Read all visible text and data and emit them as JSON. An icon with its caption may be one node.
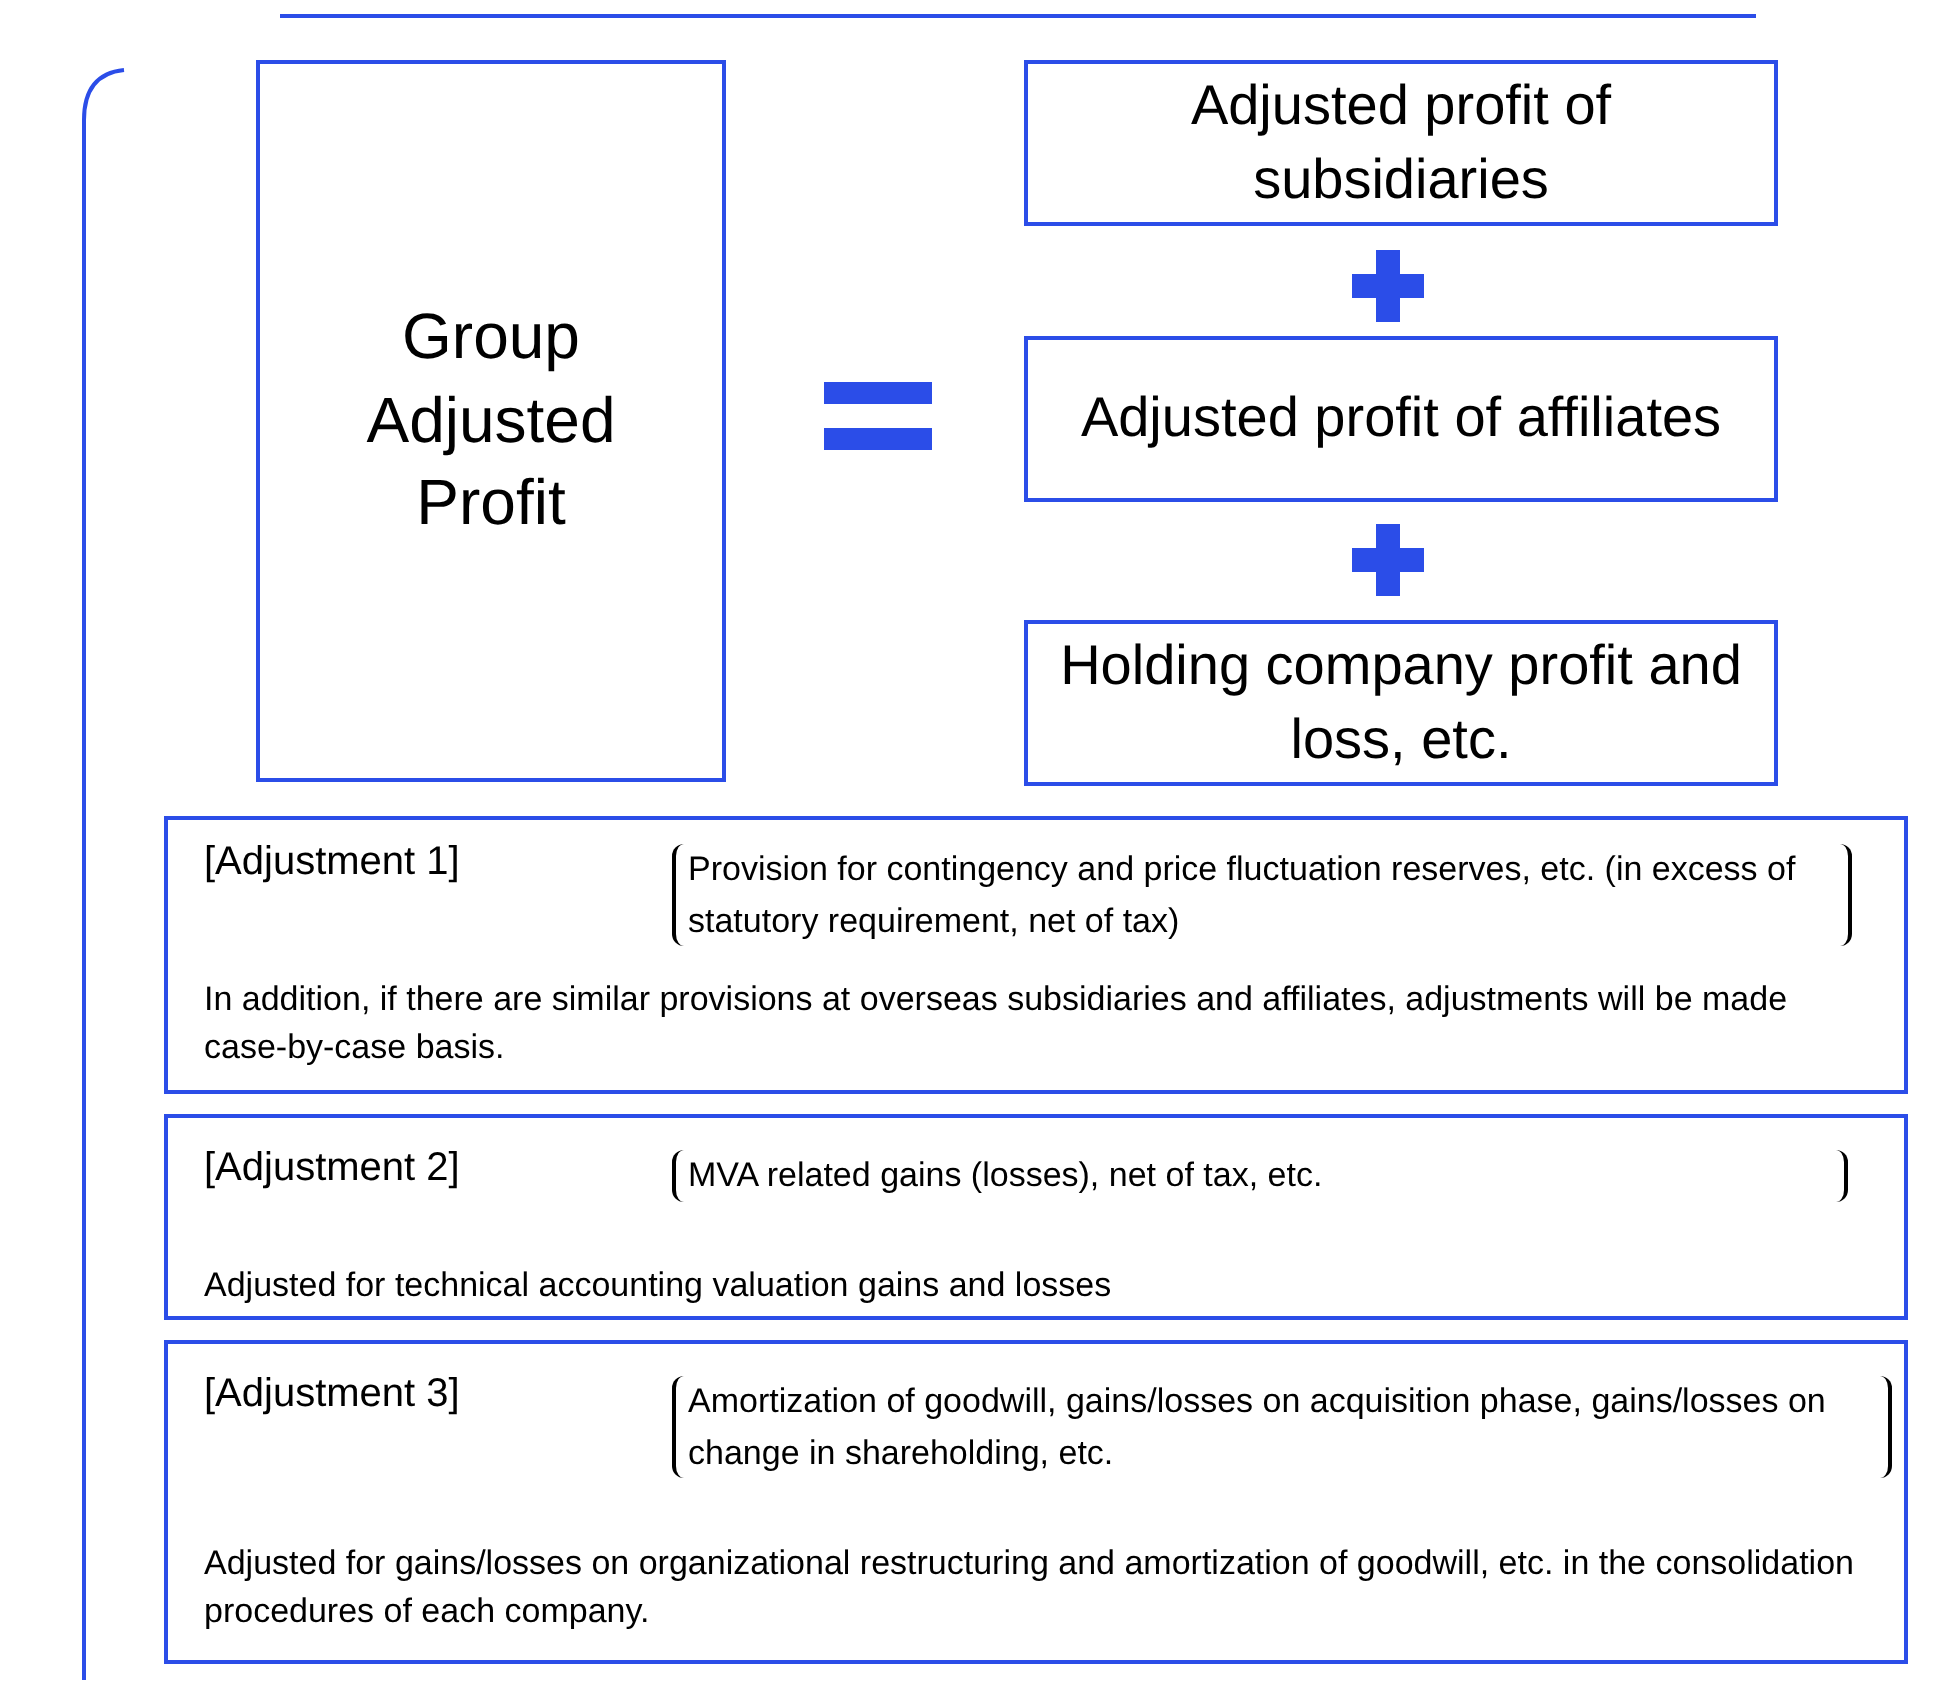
{
  "diagram": {
    "nodes": [
      {
        "text": [
          "Group Adjusted Profit"
        ]
      },
      {
        "text": [
          "Adjusted profit of subsidiaries"
        ]
      },
      {
        "text": [
          "Adjusted profit of affiliates"
        ]
      },
      {
        "text": [
          "Holding company profit and loss, etc."
        ]
      },
      {
        "text": [
          "[Adjustment 1]",
          "Provision for contingency and price fluctuation reserves, etc. (in excess of statutory requirement, net of tax)",
          "In addition, if there are similar provisions at overseas subsidiaries and affiliates, adjustments will be made case-by-case basis."
        ]
      },
      {
        "text": [
          "[Adjustment 2]",
          "MVA related gains (losses), net of tax, etc.",
          "Adjusted for technical accounting valuation gains and losses"
        ]
      },
      {
        "text": [
          "[Adjustment 3]",
          "Amortization of goodwill, gains/losses on acquisition phase, gains/losses on change in shareholding, etc.",
          "Adjusted for gains/losses on organizational restructuring and amortization of goodwill, etc. in the consolidation procedures of each company."
        ]
      }
    ]
  }
}
